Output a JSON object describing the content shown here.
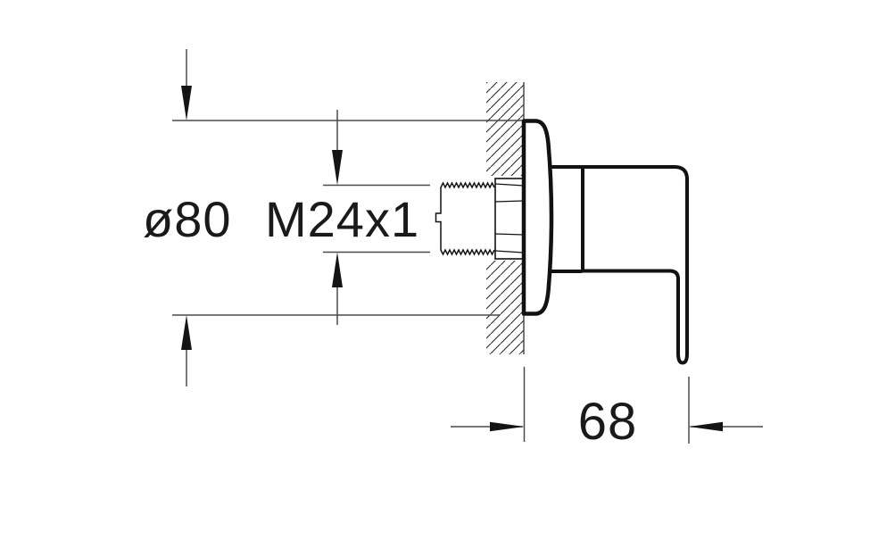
{
  "drawing": {
    "dimension_labels": {
      "flange_diameter": "ø80",
      "thread_spec": "M24x1",
      "installation_depth": "68"
    },
    "colors": {
      "outline": "#121212",
      "dimension_line": "#4a4a4a",
      "arrow": "#141414",
      "text": "#1a1a1a",
      "hatch": "#2a2a2a",
      "wall_face": "#3f3f3f",
      "fill": "#ffffff",
      "background": "#ffffff"
    }
  }
}
